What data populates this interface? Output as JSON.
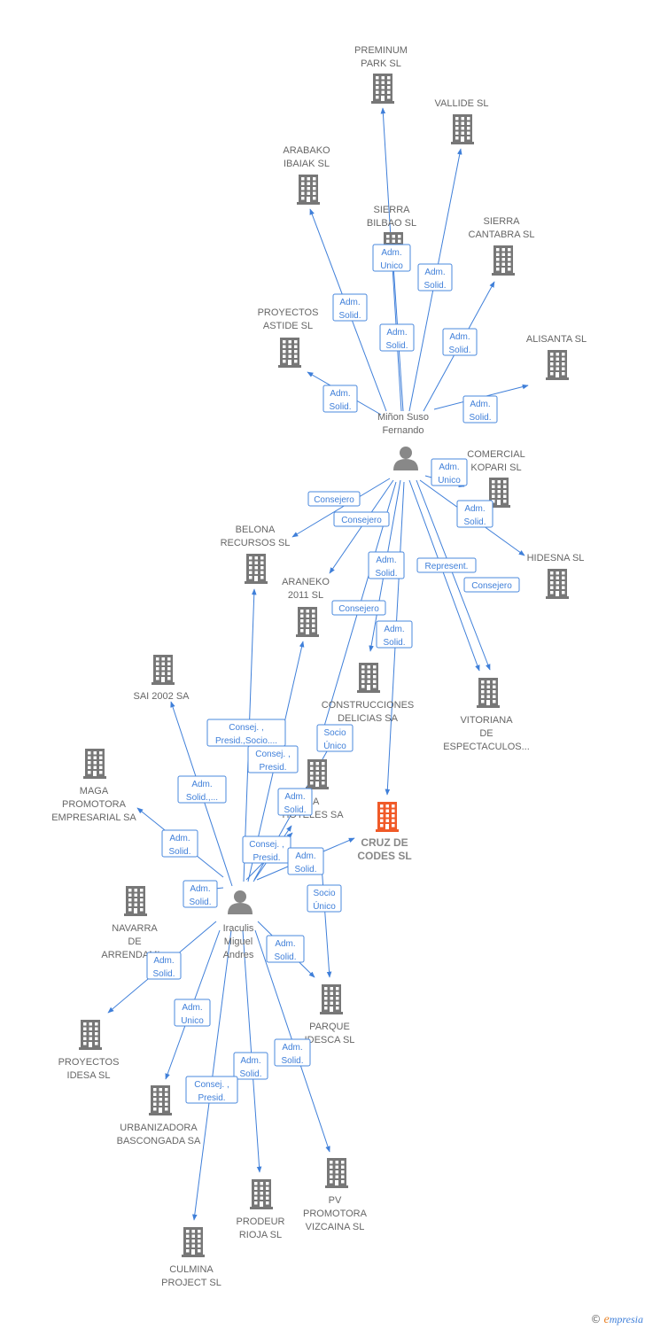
{
  "colors": {
    "company": "#777777",
    "focus": "#f05a28",
    "person": "#888888",
    "edge": "#3f7fd9",
    "label": "#666666"
  },
  "people": [
    {
      "id": "p_minon",
      "name": [
        "Miñon Suso",
        "Fernando"
      ],
      "icon": "person-icon"
    },
    {
      "id": "p_iraculis",
      "name": [
        "Iraculis",
        "Miguel",
        "Andres"
      ],
      "icon": "person-icon"
    }
  ],
  "companies": [
    {
      "id": "c_preminum",
      "name": [
        "PREMINUM",
        "PARK SL"
      ],
      "icon": "building-icon"
    },
    {
      "id": "c_vallide",
      "name": [
        "VALLIDE SL"
      ],
      "icon": "building-icon"
    },
    {
      "id": "c_arabako",
      "name": [
        "ARABAKO",
        "IBAIAK SL"
      ],
      "icon": "building-icon"
    },
    {
      "id": "c_sierrabilbao",
      "name": [
        "SIERRA",
        "BILBAO SL"
      ],
      "icon": "building-icon"
    },
    {
      "id": "c_sierracantabra",
      "name": [
        "SIERRA",
        "CANTABRA SL"
      ],
      "icon": "building-icon"
    },
    {
      "id": "c_proyectosastide",
      "name": [
        "PROYECTOS",
        "ASTIDE SL"
      ],
      "icon": "building-icon"
    },
    {
      "id": "c_alisanta",
      "name": [
        "ALISANTA SL"
      ],
      "icon": "building-icon"
    },
    {
      "id": "c_comercialkopari",
      "name": [
        "COMERCIAL",
        "KOPARI SL"
      ],
      "icon": "building-icon"
    },
    {
      "id": "c_belona",
      "name": [
        "BELONA",
        "RECURSOS SL"
      ],
      "icon": "building-icon"
    },
    {
      "id": "c_hidesna",
      "name": [
        "HIDESNA SL"
      ],
      "icon": "building-icon"
    },
    {
      "id": "c_araneko",
      "name": [
        "ARANEKO",
        "2011 SL"
      ],
      "icon": "building-icon"
    },
    {
      "id": "c_sai2002",
      "name": [
        "SAI 2002 SA"
      ],
      "icon": "building-icon"
    },
    {
      "id": "c_construcciones",
      "name": [
        "CONSTRUCCIONES",
        "DELICIAS SA"
      ],
      "icon": "building-icon"
    },
    {
      "id": "c_vitoriana",
      "name": [
        "VITORIANA",
        "DE",
        "ESPECTACULOS..."
      ],
      "icon": "building-icon"
    },
    {
      "id": "c_maga",
      "name": [
        "MAGA",
        "PROMOTORA",
        "EMPRESARIAL SA"
      ],
      "icon": "building-icon"
    },
    {
      "id": "c_hoteles",
      "name": [
        "BA",
        "HOTELES SA"
      ],
      "icon": "building-icon"
    },
    {
      "id": "c_cruzdecodes",
      "name": [
        "CRUZ DE",
        "CODES  SL"
      ],
      "icon": "building-icon",
      "focus": true
    },
    {
      "id": "c_navarra",
      "name": [
        "NAVARRA",
        "DE",
        "ARRENDAMI..."
      ],
      "icon": "building-icon"
    },
    {
      "id": "c_parque",
      "name": [
        "PARQUE",
        "IDESCA SL"
      ],
      "icon": "building-icon"
    },
    {
      "id": "c_proyectosidesa",
      "name": [
        "PROYECTOS",
        "IDESA SL"
      ],
      "icon": "building-icon"
    },
    {
      "id": "c_urbanizadora",
      "name": [
        "URBANIZADORA",
        "BASCONGADA SA"
      ],
      "icon": "building-icon"
    },
    {
      "id": "c_pv",
      "name": [
        "PV",
        "PROMOTORA",
        "VIZCAINA SL"
      ],
      "icon": "building-icon"
    },
    {
      "id": "c_prodeur",
      "name": [
        "PRODEUR",
        "RIOJA SL"
      ],
      "icon": "building-icon"
    },
    {
      "id": "c_culmina",
      "name": [
        "CULMINA",
        "PROJECT SL"
      ],
      "icon": "building-icon"
    }
  ],
  "relations": [
    {
      "from": "p_minon",
      "to": "c_preminum",
      "label": [
        "Adm.",
        "Unico"
      ]
    },
    {
      "from": "p_minon",
      "to": "c_vallide",
      "label": [
        "Adm.",
        "Solid."
      ]
    },
    {
      "from": "p_minon",
      "to": "c_arabako",
      "label": [
        "Adm.",
        "Solid."
      ]
    },
    {
      "from": "p_minon",
      "to": "c_sierrabilbao",
      "label": [
        "Adm.",
        "Solid."
      ]
    },
    {
      "from": "p_minon",
      "to": "c_sierracantabra",
      "label": [
        "Adm.",
        "Solid."
      ]
    },
    {
      "from": "p_minon",
      "to": "c_proyectosastide",
      "label": [
        "Adm.",
        "Solid."
      ]
    },
    {
      "from": "p_minon",
      "to": "c_alisanta",
      "label": [
        "Adm.",
        "Solid."
      ]
    },
    {
      "from": "p_minon",
      "to": "c_comercialkopari",
      "label": [
        "Adm.",
        "Unico"
      ]
    },
    {
      "from": "p_minon",
      "to": "c_hidesna",
      "label": [
        "Adm.",
        "Solid."
      ]
    },
    {
      "from": "p_minon",
      "to": "c_belona",
      "label": [
        "Consejero"
      ]
    },
    {
      "from": "p_minon",
      "to": "c_araneko",
      "label": [
        "Consejero"
      ]
    },
    {
      "from": "p_minon",
      "to": "c_construcciones",
      "label": [
        "Adm.",
        "Solid."
      ]
    },
    {
      "from": "p_minon",
      "to": "c_vitoriana",
      "label": [
        "Represent."
      ]
    },
    {
      "from": "p_minon",
      "to": "c_vitoriana",
      "label": [
        "Consejero"
      ]
    },
    {
      "from": "p_minon",
      "to": "c_hoteles",
      "label": [
        "Consejero"
      ]
    },
    {
      "from": "p_minon",
      "to": "c_cruzdecodes",
      "label": [
        "Adm.",
        "Solid."
      ]
    },
    {
      "from": "p_iraculis",
      "to": "c_belona",
      "label": [
        "Consej. ,",
        "Presid.,Socio...."
      ]
    },
    {
      "from": "p_iraculis",
      "to": "c_araneko",
      "label": [
        "Consej. ,",
        "Presid."
      ]
    },
    {
      "from": "p_iraculis",
      "to": "c_sai2002",
      "label": [
        "Adm.",
        "Solid.,..."
      ]
    },
    {
      "from": "p_iraculis",
      "to": "c_construcciones",
      "label": [
        "Socio",
        "Único"
      ]
    },
    {
      "from": "p_iraculis",
      "to": "c_maga",
      "label": [
        "Adm.",
        "Solid."
      ]
    },
    {
      "from": "p_iraculis",
      "to": "c_hoteles",
      "label": [
        "Adm.",
        "Solid."
      ]
    },
    {
      "from": "p_iraculis",
      "to": "c_hoteles",
      "label": [
        "Consej. ,",
        "Presid."
      ]
    },
    {
      "from": "p_iraculis",
      "to": "c_cruzdecodes",
      "label": [
        "Adm.",
        "Solid."
      ]
    },
    {
      "from": "p_iraculis",
      "to": "c_navarra",
      "label": [
        "Adm.",
        "Solid."
      ]
    },
    {
      "from": "p_iraculis",
      "to": "c_parque",
      "label": [
        "Socio",
        "Único"
      ]
    },
    {
      "from": "p_iraculis",
      "to": "c_parque",
      "label": [
        "Adm.",
        "Solid."
      ]
    },
    {
      "from": "p_iraculis",
      "to": "c_proyectosidesa",
      "label": [
        "Adm.",
        "Solid."
      ]
    },
    {
      "from": "p_iraculis",
      "to": "c_urbanizadora",
      "label": [
        "Adm.",
        "Unico"
      ]
    },
    {
      "from": "p_iraculis",
      "to": "c_prodeur",
      "label": [
        "Adm.",
        "Solid."
      ]
    },
    {
      "from": "p_iraculis",
      "to": "c_pv",
      "label": [
        "Adm.",
        "Solid."
      ]
    },
    {
      "from": "p_iraculis",
      "to": "c_culmina",
      "label": [
        "Consej. ,",
        "Presid."
      ]
    }
  ],
  "footer": {
    "copyright": "©",
    "brand_initial": "e",
    "brand_rest": "mpresia"
  }
}
